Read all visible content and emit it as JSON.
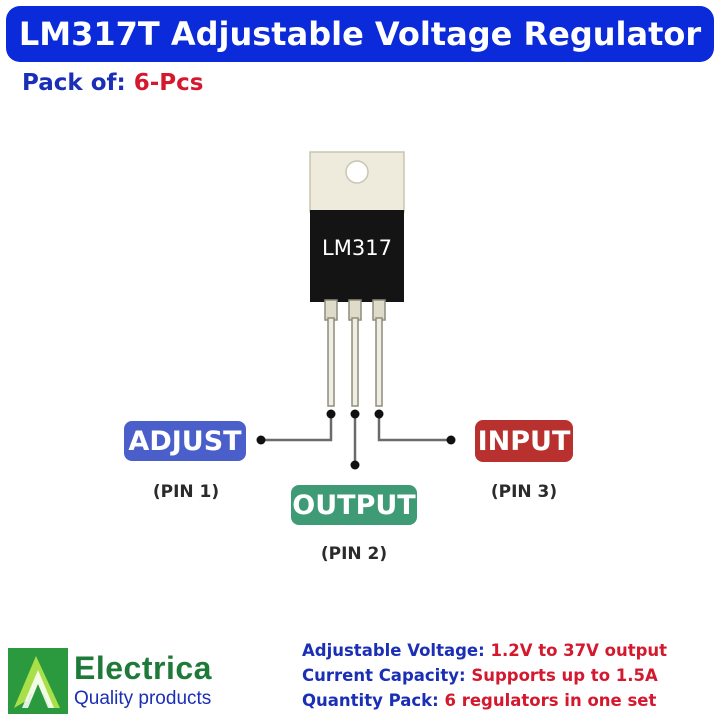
{
  "title": "LM317T Adjustable Voltage Regulator",
  "pack": {
    "label": "Pack of:",
    "value": "6-Pcs"
  },
  "component": {
    "marking": "LM317"
  },
  "pins": [
    {
      "name": "ADJUST",
      "number": "(PIN 1)",
      "color": "#4a5fc9"
    },
    {
      "name": "OUTPUT",
      "number": "(PIN 2)",
      "color": "#3f9a76"
    },
    {
      "name": "INPUT",
      "number": "(PIN 3)",
      "color": "#b9312f"
    }
  ],
  "brand": {
    "name": "Electrica",
    "tagline": "Quality products"
  },
  "specs": [
    {
      "key": "Adjustable Voltage:",
      "value": "1.2V to 37V output"
    },
    {
      "key": "Current Capacity:",
      "value": "Supports up to 1.5A"
    },
    {
      "key": "Quantity Pack:",
      "value": "6 regulators in one set"
    }
  ],
  "colors": {
    "title_bg": "#0b2ad9",
    "accent_blue": "#1a2fb5",
    "accent_red": "#d4182e",
    "brand_green": "#1f7a3a"
  }
}
